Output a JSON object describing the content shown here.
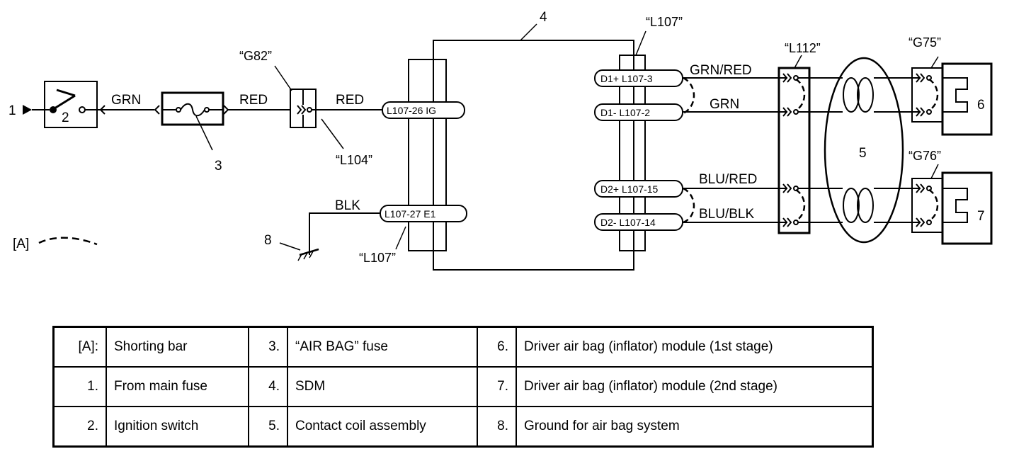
{
  "diagram": {
    "callouts": {
      "n1": "1",
      "n2": "2",
      "n3": "3",
      "n4": "4",
      "n5": "5",
      "n6": "6",
      "n7": "7",
      "n8": "8",
      "shorting_bar": "[A]"
    },
    "wires": {
      "grn_main": "GRN",
      "red_1": "RED",
      "red_2": "RED",
      "blk": "BLK",
      "grn_red": "GRN/RED",
      "grn": "GRN",
      "blu_red": "BLU/RED",
      "blu_blk": "BLU/BLK"
    },
    "connector_tags": {
      "g82": "“G82”",
      "l104": "“L104”",
      "l107_top": "“L107”",
      "l107_bottom": "“L107”",
      "l112": "“L112”",
      "g75": "“G75”",
      "g76": "“G76”"
    },
    "terminals": {
      "ig": "L107-26 IG",
      "e1": "L107-27  E1",
      "d1p": "D1+ L107-3",
      "d1m": "D1-  L107-2",
      "d2p": "D2+ L107-15",
      "d2m": "D2-  L107-14"
    }
  },
  "legend": {
    "rows": [
      [
        {
          "key": "[A]:",
          "value": "Shorting bar"
        },
        {
          "key": "3.",
          "value": "“AIR BAG” fuse"
        },
        {
          "key": "6.",
          "value": "Driver air bag (inflator) module (1st stage)"
        }
      ],
      [
        {
          "key": "1.",
          "value": "From main fuse"
        },
        {
          "key": "4.",
          "value": "SDM"
        },
        {
          "key": "7.",
          "value": "Driver air bag (inflator) module (2nd stage)"
        }
      ],
      [
        {
          "key": "2.",
          "value": "Ignition switch"
        },
        {
          "key": "5.",
          "value": "Contact coil assembly"
        },
        {
          "key": "8.",
          "value": "Ground for air bag system"
        }
      ]
    ]
  }
}
